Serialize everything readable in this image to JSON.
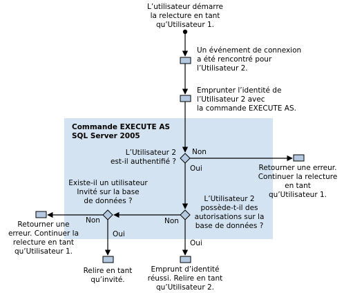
{
  "colors": {
    "panel": "#d3e3f1",
    "node_fill": "#b4c9e0",
    "stroke": "#000000"
  },
  "panel_title": "Commande EXECUTE AS\nSQL Server 2005",
  "start_label": "L’utilisateur démarre\nla relecture en tant\nqu’Utilisateur 1.",
  "step_connection": "Un événement de connexion\na été rencontré pour\nl’Utilisateur 2.",
  "step_impersonate": "Emprunter l’identité de\nl’Utilisateur 2 avec\nla commande EXECUTE AS.",
  "q_authenticated": "L’Utilisateur 2\nest-il authentifié ?",
  "q_permissions": "L’Utilisateur 2\npossède-t-il des\nautorisations sur la\nbase de données ?",
  "q_guest": "Existe-il un utilisateur\nInvité sur la base\nde données ?",
  "end_error_right": "Retourner une erreur.\nContinuer la relecture\nen tant\nqu’Utilisateur 1.",
  "end_error_left": "Retourner une\nerreur. Continuer la\nrelecture en tant\nqu’Utilisateur 1.",
  "end_guest": "Relire en tant\nqu’invité.",
  "end_success": "Emprunt d’identité\nréussi. Relire en tant\nqu’Utilisateur 2.",
  "labels": {
    "yes": "Oui",
    "no": "Non"
  }
}
